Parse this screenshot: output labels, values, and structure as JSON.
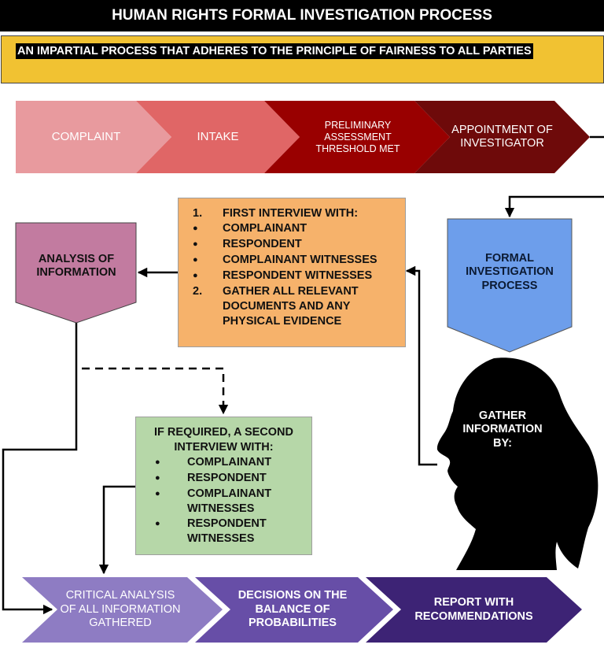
{
  "title": "HUMAN RIGHTS FORMAL INVESTIGATION PROCESS",
  "subtitle": "AN  IMPARTIAL PROCESS THAT ADHERES TO THE PRINCIPLE OF FAIRNESS TO ALL PARTIES",
  "top_steps": [
    "COMPLAINT",
    "INTAKE",
    "PRELIMINARY ASSESSMENT THRESHOLD MET",
    "APPOINTMENT OF INVESTIGATOR"
  ],
  "formal_investigation": "FORMAL INVESTIGATION PROCESS",
  "gather_info": "GATHER INFORMATION BY:",
  "analysis": "ANALYSIS OF INFORMATION",
  "first_interview": {
    "heading": "FIRST INTERVIEW WITH:",
    "heading_number": "1.",
    "items": [
      "COMPLAINANT",
      "RESPONDENT",
      "COMPLAINANT WITNESSES",
      "RESPONDENT WITNESSES"
    ],
    "second_number": "2.",
    "second_item": "GATHER ALL RELEVANT DOCUMENTS AND ANY PHYSICAL EVIDENCE"
  },
  "second_interview": {
    "heading": "IF REQUIRED, A SECOND INTERVIEW WITH:",
    "items": [
      "COMPLAINANT",
      "RESPONDENT",
      "COMPLAINANT WITNESSES",
      "RESPONDENT WITNESSES"
    ]
  },
  "bottom_steps": [
    "CRITICAL ANALYSIS OF ALL INFORMATION GATHERED",
    "DECISIONS ON THE BALANCE OF PROBABILITIES",
    "REPORT WITH RECOMMENDATIONS"
  ],
  "colors": {
    "complaint": "#e89a9e",
    "intake": "#e06666",
    "preliminary": "#990000",
    "appointment": "#6e0a0a",
    "formal": "#6d9eeb",
    "analysis": "#c27ba0",
    "first_interview": "#f6b26b",
    "second_interview": "#b6d7a8",
    "critical": "#8e7cc3",
    "decisions": "#674ea7",
    "report": "#3d2375"
  }
}
